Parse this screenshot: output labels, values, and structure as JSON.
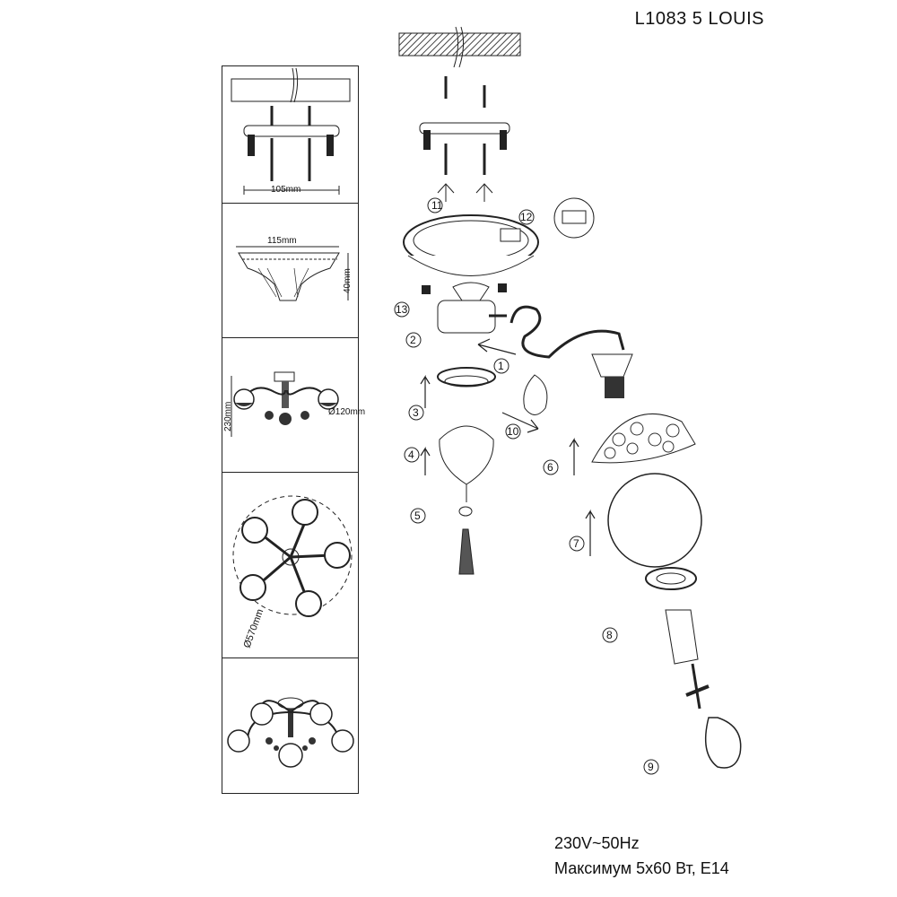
{
  "header": {
    "model": "L1083  5 LOUIS"
  },
  "panels": {
    "mounting": {
      "dimension": "105mm"
    },
    "canopy": {
      "width": "115mm",
      "height": "40mm"
    },
    "side_view": {
      "height": "230mm",
      "shade": "Ø120mm"
    },
    "top_view": {
      "diameter": "Ø570mm"
    },
    "perspective": {}
  },
  "callouts": [
    "1",
    "2",
    "3",
    "4",
    "5",
    "6",
    "7",
    "8",
    "9",
    "10",
    "11",
    "12",
    "13"
  ],
  "specs": {
    "voltage": "230V~50Hz",
    "max_power": "Максимум 5x60 Вт, E14"
  }
}
